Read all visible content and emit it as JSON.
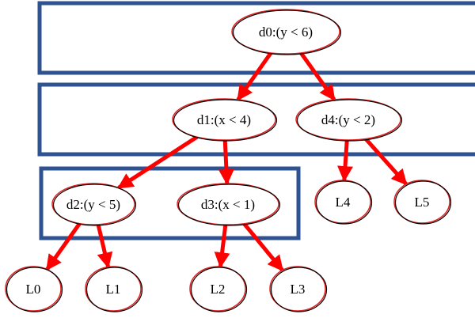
{
  "nodes": [
    {
      "id": "d0",
      "label": "d0:(y < 6)"
    },
    {
      "id": "d1",
      "label": "d1:(x < 4)"
    },
    {
      "id": "d4",
      "label": "d4:(y < 2)"
    },
    {
      "id": "d2",
      "label": "d2:(y < 5)"
    },
    {
      "id": "d3",
      "label": "d3:(x < 1)"
    },
    {
      "id": "L4",
      "label": "L4"
    },
    {
      "id": "L5",
      "label": "L5"
    },
    {
      "id": "L0",
      "label": "L0"
    },
    {
      "id": "L1",
      "label": "L1"
    },
    {
      "id": "L2",
      "label": "L2"
    },
    {
      "id": "L3",
      "label": "L3"
    }
  ],
  "edges": [
    [
      "d0",
      "d1"
    ],
    [
      "d0",
      "d4"
    ],
    [
      "d1",
      "d2"
    ],
    [
      "d1",
      "d3"
    ],
    [
      "d4",
      "L4"
    ],
    [
      "d4",
      "L5"
    ],
    [
      "d2",
      "L0"
    ],
    [
      "d2",
      "L1"
    ],
    [
      "d3",
      "L2"
    ],
    [
      "d3",
      "L3"
    ]
  ],
  "colors": {
    "edge": "#ff0000",
    "node_stroke": "#e02020",
    "group_box": "#2f5391"
  }
}
